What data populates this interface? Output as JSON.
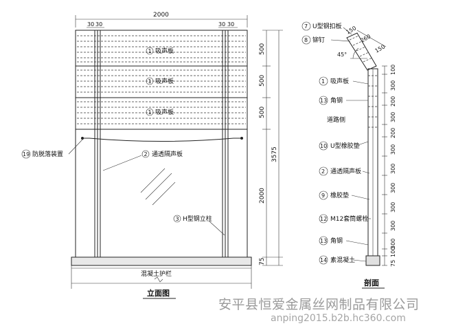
{
  "elevation": {
    "title": "立面图",
    "width_dim": "2000",
    "post_dims": [
      "30",
      "30",
      "30",
      "30"
    ],
    "panel_dims": [
      "500",
      "500",
      "500"
    ],
    "total_height_dim": "3575",
    "transparent_height_dim": "2000",
    "base_dim": "75",
    "absorb_label": "吸声板",
    "absorb_num": "1",
    "transparent_num": "2",
    "transparent_label": "通透隔声板",
    "post_num": "3",
    "post_label": "H型钢立柱",
    "antifall_num": "19",
    "antifall_label": "防脱落装置",
    "base_label": "混凝土护栏"
  },
  "section": {
    "title": "剖面",
    "top_dims": [
      "150",
      "260",
      "150"
    ],
    "angle": "45°",
    "right_dims": [
      "100",
      "300",
      "200",
      "300",
      "200",
      "300",
      "300",
      "300",
      "300",
      "300",
      "300",
      "100",
      "75"
    ],
    "labels": [
      {
        "num": "7",
        "text": "U型钢扣板"
      },
      {
        "num": "8",
        "text": "铆钉"
      },
      {
        "num": "1",
        "text": "吸声板"
      },
      {
        "num": "13",
        "text": "角钢"
      },
      {
        "num": "",
        "text": "道路侧"
      },
      {
        "num": "10",
        "text": "U型橡胶垫"
      },
      {
        "num": "2",
        "text": "通透隔声板"
      },
      {
        "num": "9",
        "text": "橡胶垫"
      },
      {
        "num": "12",
        "text": "M12套筒螺栓"
      },
      {
        "num": "13",
        "text": "角钢"
      },
      {
        "num": "14",
        "text": "素混凝土"
      }
    ]
  },
  "watermark": {
    "company": "安平县恒爱金属丝网制品有限公司",
    "site": "anping2015.b2b.hc360.com"
  }
}
